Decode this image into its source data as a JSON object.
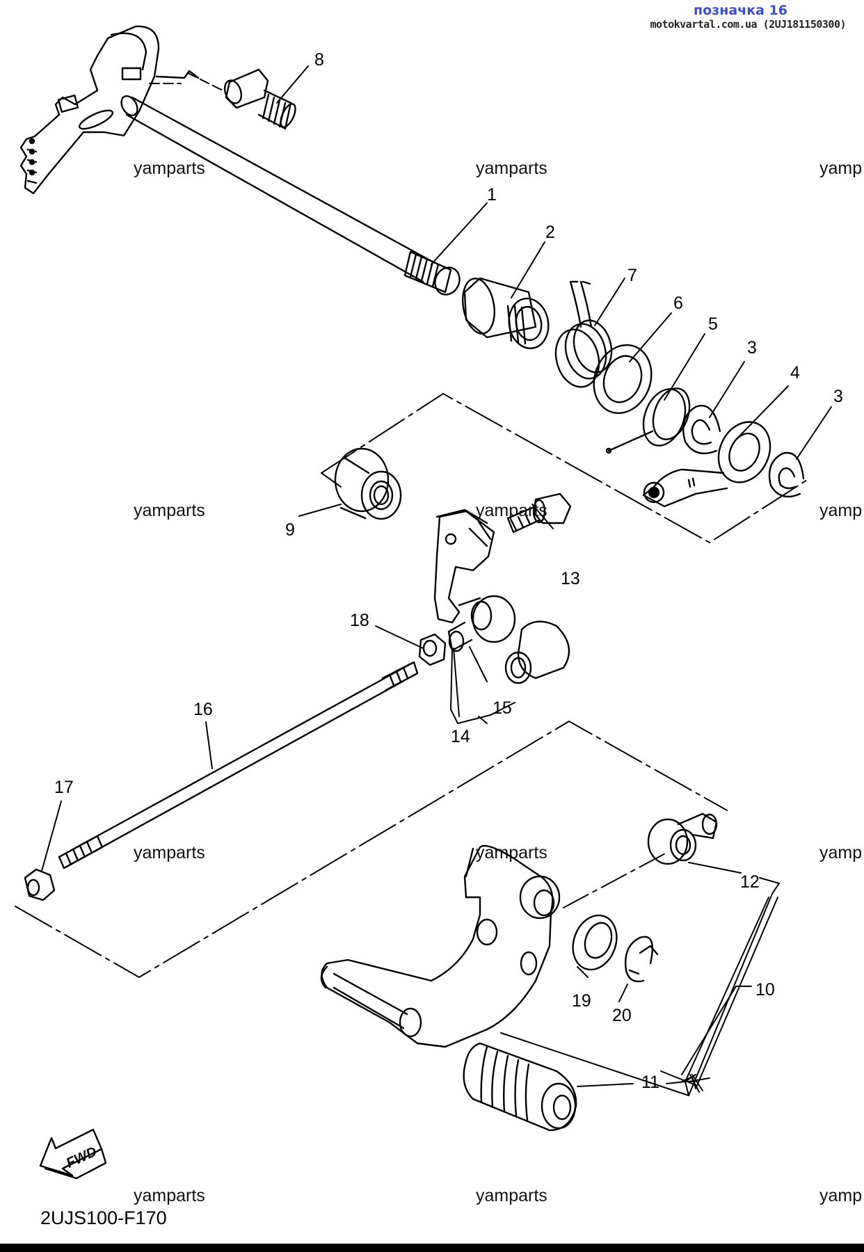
{
  "header": {
    "title": "позначка 16",
    "subtitle": "motokvartal.com.ua (2UJ181150300)"
  },
  "watermark": {
    "text": "yamparts",
    "cut_text": "yamp"
  },
  "diagram_code": "2UJS100-F170",
  "direction_arrow": {
    "label": "FWD",
    "icon": "fwd-arrow-icon"
  },
  "parts": [
    {
      "id": "part-1",
      "label": "1"
    },
    {
      "id": "part-2",
      "label": "2"
    },
    {
      "id": "part-3a",
      "label": "3"
    },
    {
      "id": "part-3b",
      "label": "3"
    },
    {
      "id": "part-4",
      "label": "4"
    },
    {
      "id": "part-5",
      "label": "5"
    },
    {
      "id": "part-6",
      "label": "6"
    },
    {
      "id": "part-7",
      "label": "7"
    },
    {
      "id": "part-8",
      "label": "8"
    },
    {
      "id": "part-9",
      "label": "9"
    },
    {
      "id": "part-10",
      "label": "10"
    },
    {
      "id": "part-11",
      "label": "11"
    },
    {
      "id": "part-12",
      "label": "12"
    },
    {
      "id": "part-13",
      "label": "13"
    },
    {
      "id": "part-14",
      "label": "14"
    },
    {
      "id": "part-15",
      "label": "15"
    },
    {
      "id": "part-16",
      "label": "16"
    },
    {
      "id": "part-17",
      "label": "17"
    },
    {
      "id": "part-18",
      "label": "18"
    },
    {
      "id": "part-19",
      "label": "19"
    },
    {
      "id": "part-20",
      "label": "20"
    }
  ],
  "colors": {
    "header_accent": "#3a4bd6",
    "line": "#000000"
  }
}
